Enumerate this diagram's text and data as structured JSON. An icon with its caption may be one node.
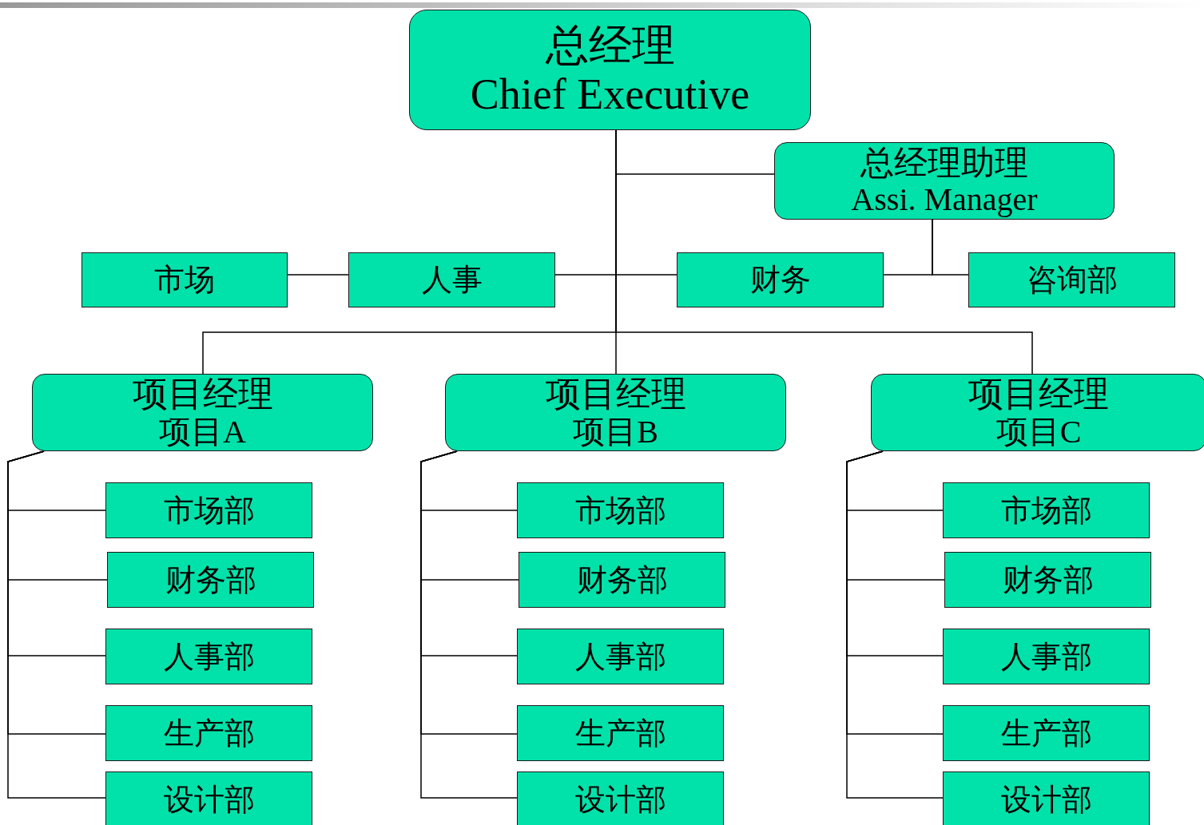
{
  "diagram": {
    "nodes": [
      {
        "text": [
          "总经理",
          "Chief Executive"
        ]
      },
      {
        "text": [
          "总经理助理",
          "Assi. Manager"
        ]
      },
      {
        "text": [
          "市场"
        ]
      },
      {
        "text": [
          "人事"
        ]
      },
      {
        "text": [
          "财务"
        ]
      },
      {
        "text": [
          "咨询部"
        ]
      },
      {
        "text": [
          "项目经理",
          "项目A"
        ]
      },
      {
        "text": [
          "市场部"
        ]
      },
      {
        "text": [
          "财务部"
        ]
      },
      {
        "text": [
          "人事部"
        ]
      },
      {
        "text": [
          "生产部"
        ]
      },
      {
        "text": [
          "设计部"
        ]
      },
      {
        "text": [
          "项目经理",
          "项目B"
        ]
      },
      {
        "text": [
          "市场部"
        ]
      },
      {
        "text": [
          "财务部"
        ]
      },
      {
        "text": [
          "人事部"
        ]
      },
      {
        "text": [
          "生产部"
        ]
      },
      {
        "text": [
          "设计部"
        ]
      },
      {
        "text": [
          "项目经理",
          "项目C"
        ]
      },
      {
        "text": [
          "市场部"
        ]
      },
      {
        "text": [
          "财务部"
        ]
      },
      {
        "text": [
          "人事部"
        ]
      },
      {
        "text": [
          "生产部"
        ]
      },
      {
        "text": [
          "设计部"
        ]
      }
    ],
    "edges": [
      {
        "from": 0,
        "to": 1,
        "arrow": "none"
      },
      {
        "from": 0,
        "to": 3,
        "arrow": "none"
      },
      {
        "from": 0,
        "to": 4,
        "arrow": "none"
      },
      {
        "from": 3,
        "to": 2,
        "arrow": "none"
      },
      {
        "from": 1,
        "to": 4,
        "arrow": "none"
      },
      {
        "from": 1,
        "to": 5,
        "arrow": "none"
      },
      {
        "from": 0,
        "to": 6,
        "arrow": "none"
      },
      {
        "from": 0,
        "to": 12,
        "arrow": "none"
      },
      {
        "from": 0,
        "to": 18,
        "arrow": "none"
      },
      {
        "from": 6,
        "to": 7,
        "arrow": "none"
      },
      {
        "from": 6,
        "to": 8,
        "arrow": "none"
      },
      {
        "from": 6,
        "to": 9,
        "arrow": "none"
      },
      {
        "from": 6,
        "to": 10,
        "arrow": "none"
      },
      {
        "from": 6,
        "to": 11,
        "arrow": "none"
      },
      {
        "from": 12,
        "to": 13,
        "arrow": "none"
      },
      {
        "from": 12,
        "to": 14,
        "arrow": "none"
      },
      {
        "from": 12,
        "to": 15,
        "arrow": "none"
      },
      {
        "from": 12,
        "to": 16,
        "arrow": "none"
      },
      {
        "from": 12,
        "to": 17,
        "arrow": "none"
      },
      {
        "from": 18,
        "to": 19,
        "arrow": "none"
      },
      {
        "from": 18,
        "to": 20,
        "arrow": "none"
      },
      {
        "from": 18,
        "to": 21,
        "arrow": "none"
      },
      {
        "from": 18,
        "to": 22,
        "arrow": "none"
      },
      {
        "from": 18,
        "to": 23,
        "arrow": "none"
      }
    ]
  }
}
